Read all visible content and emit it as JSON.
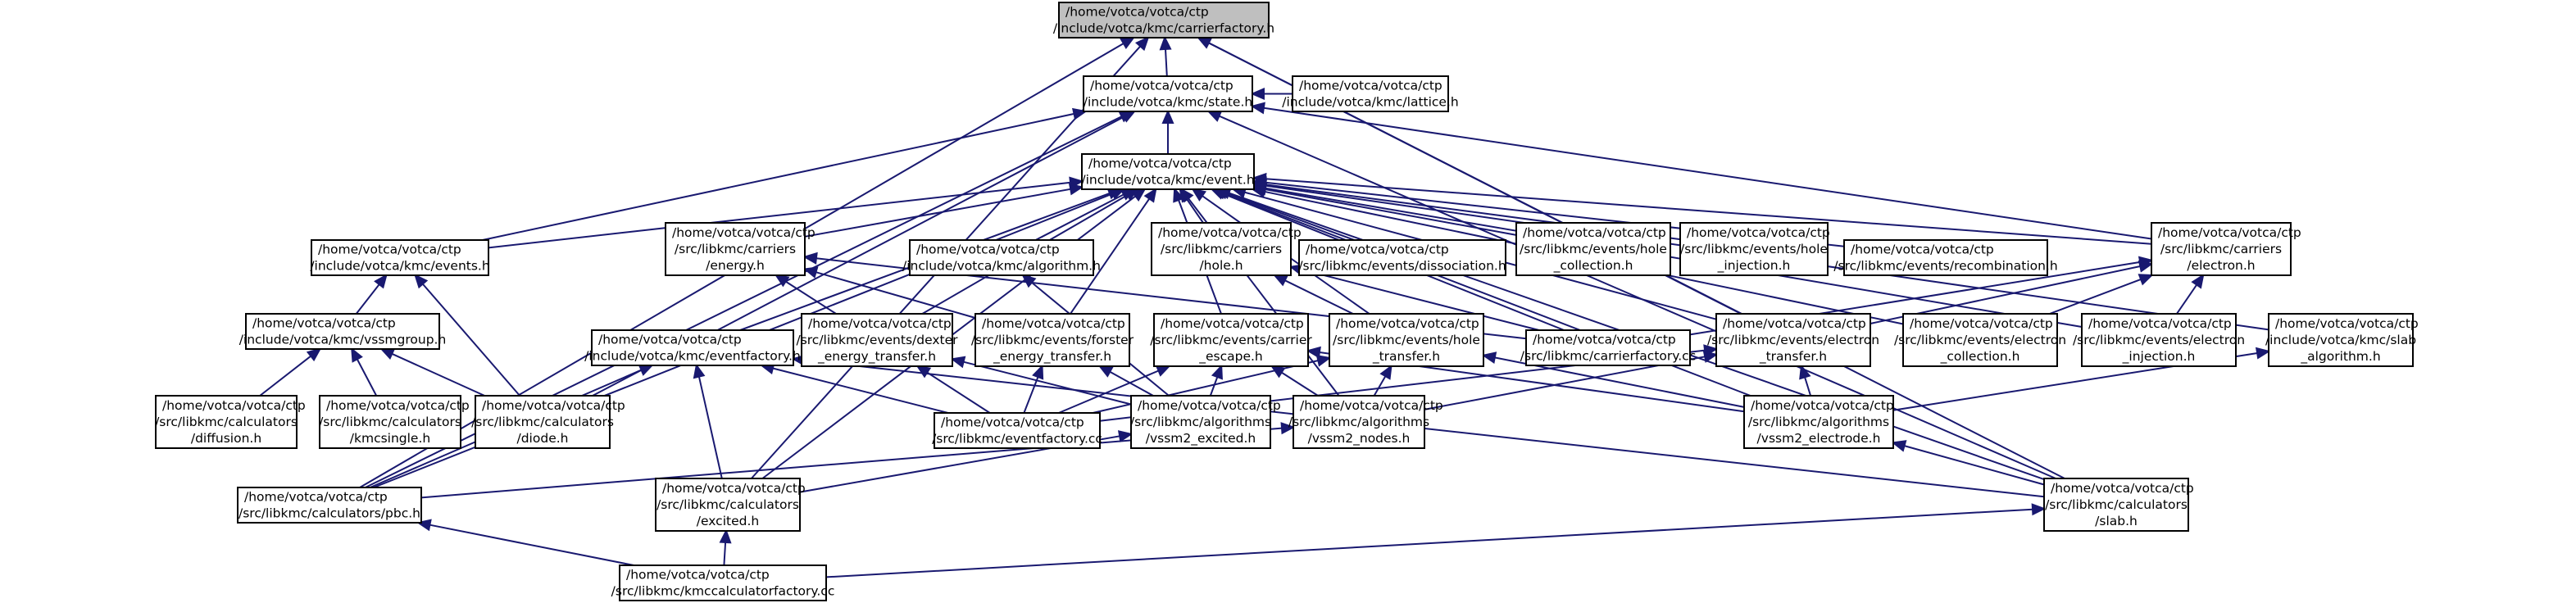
{
  "diagram": {
    "root": "carrierfactory",
    "nodes": [
      {
        "id": "carrierfactory",
        "lines": [
          "/home/votca/votca/ctp",
          "/include/votca/kmc/carrierfactory.h"
        ]
      },
      {
        "id": "state",
        "lines": [
          "/home/votca/votca/ctp",
          "/include/votca/kmc/state.h"
        ]
      },
      {
        "id": "lattice",
        "lines": [
          "/home/votca/votca/ctp",
          "/include/votca/kmc/lattice.h"
        ]
      },
      {
        "id": "event",
        "lines": [
          "/home/votca/votca/ctp",
          "/include/votca/kmc/event.h"
        ]
      },
      {
        "id": "events",
        "lines": [
          "/home/votca/votca/ctp",
          "/include/votca/kmc/events.h"
        ]
      },
      {
        "id": "energy",
        "lines": [
          "/home/votca/votca/ctp",
          "/src/libkmc/carriers",
          "/energy.h"
        ]
      },
      {
        "id": "algorithm",
        "lines": [
          "/home/votca/votca/ctp",
          "/include/votca/kmc/algorithm.h"
        ]
      },
      {
        "id": "hole",
        "lines": [
          "/home/votca/votca/ctp",
          "/src/libkmc/carriers",
          "/hole.h"
        ]
      },
      {
        "id": "dissociation",
        "lines": [
          "/home/votca/votca/ctp",
          "/src/libkmc/events/dissociation.h"
        ]
      },
      {
        "id": "hole_collection",
        "lines": [
          "/home/votca/votca/ctp",
          "/src/libkmc/events/hole",
          "_collection.h"
        ]
      },
      {
        "id": "hole_injection",
        "lines": [
          "/home/votca/votca/ctp",
          "/src/libkmc/events/hole",
          "_injection.h"
        ]
      },
      {
        "id": "recombination",
        "lines": [
          "/home/votca/votca/ctp",
          "/src/libkmc/events/recombination.h"
        ]
      },
      {
        "id": "electron",
        "lines": [
          "/home/votca/votca/ctp",
          "/src/libkmc/carriers",
          "/electron.h"
        ]
      },
      {
        "id": "vssmgroup",
        "lines": [
          "/home/votca/votca/ctp",
          "/include/votca/kmc/vssmgroup.h"
        ]
      },
      {
        "id": "eventfactory_h",
        "lines": [
          "/home/votca/votca/ctp",
          "/include/votca/kmc/eventfactory.h"
        ]
      },
      {
        "id": "dexter",
        "lines": [
          "/home/votca/votca/ctp",
          "/src/libkmc/events/dexter",
          "_energy_transfer.h"
        ]
      },
      {
        "id": "forster",
        "lines": [
          "/home/votca/votca/ctp",
          "/src/libkmc/events/forster",
          "_energy_transfer.h"
        ]
      },
      {
        "id": "carrier_escape",
        "lines": [
          "/home/votca/votca/ctp",
          "/src/libkmc/events/carrier",
          "_escape.h"
        ]
      },
      {
        "id": "hole_transfer",
        "lines": [
          "/home/votca/votca/ctp",
          "/src/libkmc/events/hole",
          "_transfer.h"
        ]
      },
      {
        "id": "carrierfactory_cc",
        "lines": [
          "/home/votca/votca/ctp",
          "/src/libkmc/carrierfactory.cc"
        ]
      },
      {
        "id": "electron_transfer",
        "lines": [
          "/home/votca/votca/ctp",
          "/src/libkmc/events/electron",
          "_transfer.h"
        ]
      },
      {
        "id": "electron_collection",
        "lines": [
          "/home/votca/votca/ctp",
          "/src/libkmc/events/electron",
          "_collection.h"
        ]
      },
      {
        "id": "electron_injection",
        "lines": [
          "/home/votca/votca/ctp",
          "/src/libkmc/events/electron",
          "_injection.h"
        ]
      },
      {
        "id": "slab_algorithm",
        "lines": [
          "/home/votca/votca/ctp",
          "/include/votca/kmc/slab",
          "_algorithm.h"
        ]
      },
      {
        "id": "diffusion",
        "lines": [
          "/home/votca/votca/ctp",
          "/src/libkmc/calculators",
          "/diffusion.h"
        ]
      },
      {
        "id": "kmcsingle",
        "lines": [
          "/home/votca/votca/ctp",
          "/src/libkmc/calculators",
          "/kmcsingle.h"
        ]
      },
      {
        "id": "diode",
        "lines": [
          "/home/votca/votca/ctp",
          "/src/libkmc/calculators",
          "/diode.h"
        ]
      },
      {
        "id": "eventfactory_cc",
        "lines": [
          "/home/votca/votca/ctp",
          "/src/libkmc/eventfactory.cc"
        ]
      },
      {
        "id": "vssm2_excited",
        "lines": [
          "/home/votca/votca/ctp",
          "/src/libkmc/algorithms",
          "/vssm2_excited.h"
        ]
      },
      {
        "id": "vssm2_nodes",
        "lines": [
          "/home/votca/votca/ctp",
          "/src/libkmc/algorithms",
          "/vssm2_nodes.h"
        ]
      },
      {
        "id": "vssm2_electrode",
        "lines": [
          "/home/votca/votca/ctp",
          "/src/libkmc/algorithms",
          "/vssm2_electrode.h"
        ]
      },
      {
        "id": "pbc",
        "lines": [
          "/home/votca/votca/ctp",
          "/src/libkmc/calculators/pbc.h"
        ]
      },
      {
        "id": "excited",
        "lines": [
          "/home/votca/votca/ctp",
          "/src/libkmc/calculators",
          "/excited.h"
        ]
      },
      {
        "id": "slab",
        "lines": [
          "/home/votca/votca/ctp",
          "/src/libkmc/calculators",
          "/slab.h"
        ]
      },
      {
        "id": "kmccalculatorfactory",
        "lines": [
          "/home/votca/votca/ctp",
          "/src/libkmc/kmccalculatorfactory.cc"
        ]
      }
    ],
    "edges": [
      [
        "state",
        "carrierfactory"
      ],
      [
        "event",
        "state"
      ],
      [
        "lattice",
        "state"
      ],
      [
        "pbc",
        "carrierfactory"
      ],
      [
        "excited",
        "carrierfactory"
      ],
      [
        "electron_transfer",
        "carrierfactory"
      ],
      [
        "slab",
        "carrierfactory"
      ],
      [
        "events",
        "state"
      ],
      [
        "pbc",
        "state"
      ],
      [
        "diode",
        "state"
      ],
      [
        "electron",
        "state"
      ],
      [
        "slab",
        "state"
      ],
      [
        "events",
        "event"
      ],
      [
        "energy",
        "event"
      ],
      [
        "algorithm",
        "event"
      ],
      [
        "hole",
        "event"
      ],
      [
        "dissociation",
        "event"
      ],
      [
        "hole_collection",
        "event"
      ],
      [
        "hole_injection",
        "event"
      ],
      [
        "recombination",
        "event"
      ],
      [
        "electron",
        "event"
      ],
      [
        "eventfactory_h",
        "event"
      ],
      [
        "excited",
        "event"
      ],
      [
        "dexter",
        "event"
      ],
      [
        "forster",
        "event"
      ],
      [
        "carrier_escape",
        "event"
      ],
      [
        "hole_transfer",
        "event"
      ],
      [
        "carrierfactory_cc",
        "event"
      ],
      [
        "electron_transfer",
        "event"
      ],
      [
        "electron_collection",
        "event"
      ],
      [
        "electron_injection",
        "event"
      ],
      [
        "slab_algorithm",
        "event"
      ],
      [
        "vssm2_nodes",
        "event"
      ],
      [
        "vssm2_electrode",
        "event"
      ],
      [
        "pbc",
        "event"
      ],
      [
        "slab",
        "event"
      ],
      [
        "vssmgroup",
        "events"
      ],
      [
        "diode",
        "events"
      ],
      [
        "diffusion",
        "vssmgroup"
      ],
      [
        "kmcsingle",
        "vssmgroup"
      ],
      [
        "diode",
        "vssmgroup"
      ],
      [
        "dexter",
        "energy"
      ],
      [
        "forster",
        "energy"
      ],
      [
        "carrierfactory_cc",
        "energy"
      ],
      [
        "hole_transfer",
        "hole"
      ],
      [
        "carrierfactory_cc",
        "hole"
      ],
      [
        "vssm2_excited",
        "algorithm"
      ],
      [
        "carrierfactory_cc",
        "electron"
      ],
      [
        "electron_transfer",
        "electron"
      ],
      [
        "electron_collection",
        "electron"
      ],
      [
        "electron_injection",
        "electron"
      ],
      [
        "eventfactory_cc",
        "eventfactory_h"
      ],
      [
        "pbc",
        "eventfactory_h"
      ],
      [
        "excited",
        "eventfactory_h"
      ],
      [
        "slab",
        "eventfactory_h"
      ],
      [
        "eventfactory_cc",
        "dexter"
      ],
      [
        "vssm2_excited",
        "dexter"
      ],
      [
        "eventfactory_cc",
        "forster"
      ],
      [
        "vssm2_excited",
        "forster"
      ],
      [
        "eventfactory_cc",
        "carrier_escape"
      ],
      [
        "vssm2_excited",
        "carrier_escape"
      ],
      [
        "vssm2_nodes",
        "carrier_escape"
      ],
      [
        "vssm2_electrode",
        "carrier_escape"
      ],
      [
        "eventfactory_cc",
        "hole_transfer"
      ],
      [
        "vssm2_nodes",
        "hole_transfer"
      ],
      [
        "vssm2_electrode",
        "hole_transfer"
      ],
      [
        "eventfactory_cc",
        "electron_transfer"
      ],
      [
        "vssm2_nodes",
        "electron_transfer"
      ],
      [
        "vssm2_electrode",
        "electron_transfer"
      ],
      [
        "vssm2_electrode",
        "slab_algorithm"
      ],
      [
        "excited",
        "vssm2_excited"
      ],
      [
        "pbc",
        "vssm2_nodes"
      ],
      [
        "slab",
        "vssm2_electrode"
      ],
      [
        "kmccalculatorfactory",
        "pbc"
      ],
      [
        "kmccalculatorfactory",
        "excited"
      ],
      [
        "kmccalculatorfactory",
        "slab"
      ]
    ]
  }
}
